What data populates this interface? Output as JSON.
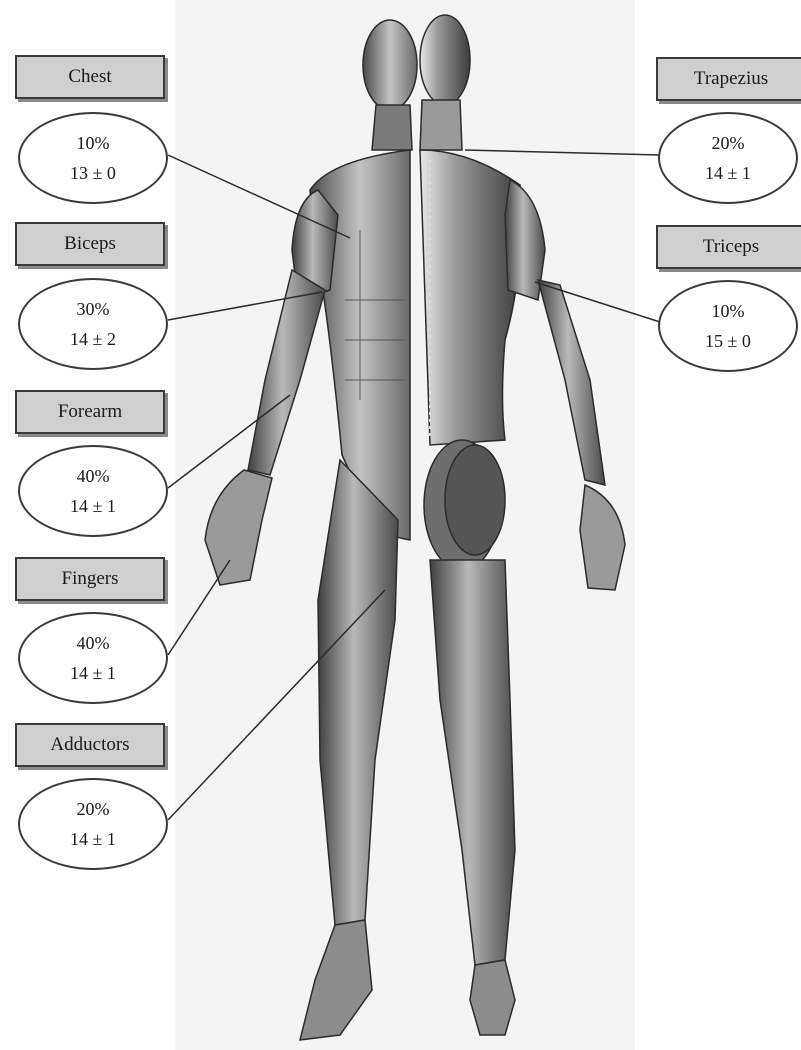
{
  "colors": {
    "label_fill": "#cfcfcf",
    "border": "#3a3a3a",
    "figure_background": "#f4f4f4",
    "muscle_shading": "#7a7a7a"
  },
  "icons": [
    "anterior-muscle-figure-icon",
    "posterior-muscle-figure-icon"
  ],
  "muscles": {
    "chest": {
      "label": "Chest",
      "percent": "10%",
      "score": "13 ± 0"
    },
    "biceps": {
      "label": "Biceps",
      "percent": "30%",
      "score": "14 ± 2"
    },
    "forearm": {
      "label": "Forearm",
      "percent": "40%",
      "score": "14 ± 1"
    },
    "fingers": {
      "label": "Fingers",
      "percent": "40%",
      "score": "14 ± 1"
    },
    "adductors": {
      "label": "Adductors",
      "percent": "20%",
      "score": "14 ± 1"
    },
    "trapezius": {
      "label": "Trapezius",
      "percent": "20%",
      "score": "14 ± 1"
    },
    "triceps": {
      "label": "Triceps",
      "percent": "10%",
      "score": "15 ± 0"
    }
  }
}
